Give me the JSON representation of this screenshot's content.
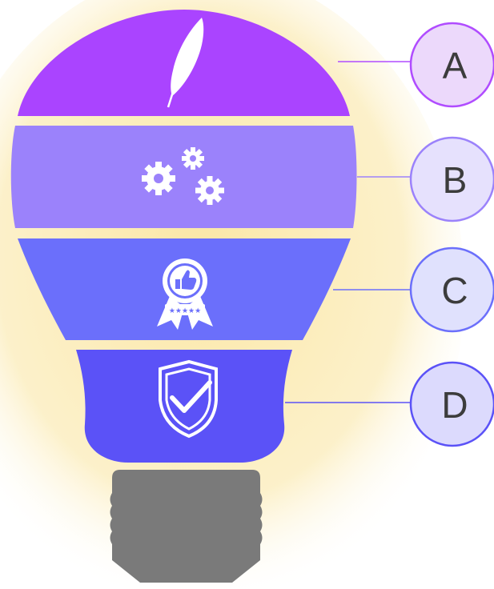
{
  "diagram": {
    "levels": [
      {
        "label": "A",
        "icon": "feather-icon",
        "color": "#aa44ff",
        "badge_fill": "#ecd9fb",
        "badge_stroke": "#b04cff"
      },
      {
        "label": "B",
        "icon": "gears-icon",
        "color": "#9b82fb",
        "badge_fill": "#e6e1fd",
        "badge_stroke": "#9b82fb"
      },
      {
        "label": "C",
        "icon": "rating-badge-icon",
        "color": "#6b6ffb",
        "badge_fill": "#e0e1fd",
        "badge_stroke": "#6b6ffb"
      },
      {
        "label": "D",
        "icon": "shield-check-icon",
        "color": "#5b52f7",
        "badge_fill": "#dcdafd",
        "badge_stroke": "#5b52f7"
      }
    ],
    "base_color": "#7a7a7a",
    "glow_color": "#fbe7a6"
  }
}
